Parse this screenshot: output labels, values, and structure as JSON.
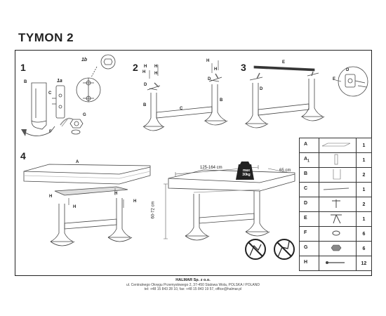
{
  "title": "TYMON 2",
  "steps": {
    "s1": "1",
    "s2": "2",
    "s3": "3",
    "s4": "4"
  },
  "step1": {
    "b": "B",
    "c": "C",
    "a1a": "1a",
    "a1b": "1b",
    "g": "G",
    "f": "F"
  },
  "step2": {
    "h1": "H",
    "h2": "H",
    "h3": "H",
    "h4": "H",
    "h5": "H",
    "h6": "H",
    "d1": "D",
    "d2": "D",
    "b1": "B",
    "b2": "B",
    "c": "C"
  },
  "step3": {
    "e": "E",
    "d": "D",
    "d_detail": "D",
    "e_detail": "E"
  },
  "step4": {
    "a": "A",
    "h1": "H",
    "h2": "H",
    "h3": "H",
    "h4": "H"
  },
  "dimensions": {
    "length": "125-164 cm",
    "depth": "65 cm",
    "height": "60-72 cm",
    "max_label": "max",
    "max_weight": "30kg"
  },
  "parts": [
    {
      "code": "A",
      "sub": "",
      "qty": "1"
    },
    {
      "code": "A",
      "sub": "1",
      "qty": "1"
    },
    {
      "code": "B",
      "sub": "",
      "qty": "2"
    },
    {
      "code": "C",
      "sub": "",
      "qty": "1"
    },
    {
      "code": "D",
      "sub": "",
      "qty": "2"
    },
    {
      "code": "E",
      "sub": "",
      "qty": "1"
    },
    {
      "code": "F",
      "sub": "",
      "qty": "6"
    },
    {
      "code": "G",
      "sub": "",
      "qty": "6"
    },
    {
      "code": "H",
      "sub": "",
      "qty": "12"
    }
  ],
  "footer": {
    "company": "HALMAR Sp. z o.o.",
    "address": "ul. Centralnego Okręgu Przemysłowego 2, 37-450 Stalowa Wola, POLSKA / POLAND",
    "contact": "tel: +48 15 843 28 10, fax: +48 15 843 19 57, office@halmar.pl"
  }
}
